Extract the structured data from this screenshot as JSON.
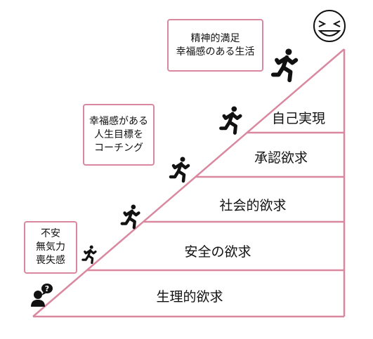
{
  "levels": [
    {
      "label": "自己実現"
    },
    {
      "label": "承認欲求"
    },
    {
      "label": "社会的欲求"
    },
    {
      "label": "安全の欲求"
    },
    {
      "label": "生理的欲求"
    }
  ],
  "notes": {
    "top": {
      "line1": "精神的満足",
      "line2": "幸福感のある生活"
    },
    "middle": {
      "line1": "幸福感がある",
      "line2": "人生目標を",
      "line3": "コーチング"
    },
    "bottom": {
      "line1": "不安",
      "line2": "無気力",
      "line3": "喪失感"
    }
  },
  "icons": {
    "top": "smiley-face-icon",
    "bottom": "confused-person-icon",
    "figures": "running-person-icon"
  },
  "colors": {
    "line": "#d9889f",
    "figure": "#111111"
  }
}
